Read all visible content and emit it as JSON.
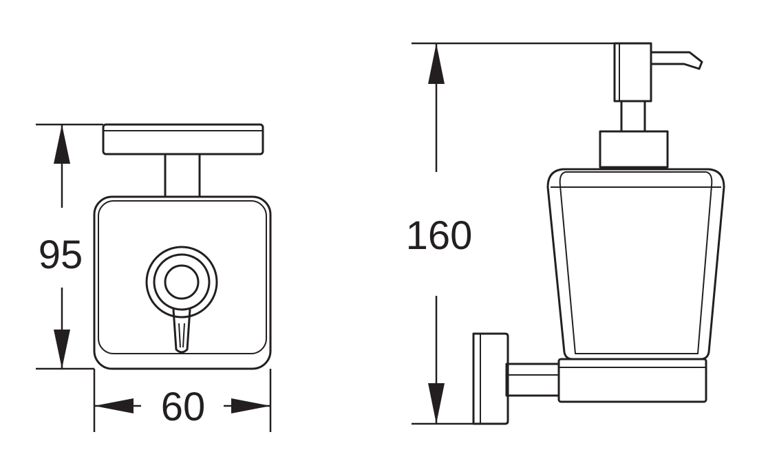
{
  "dimensions": {
    "height_front": "95",
    "width_front": "60",
    "height_side": "160"
  },
  "colors": {
    "line": "#231f20",
    "background": "#ffffff"
  }
}
